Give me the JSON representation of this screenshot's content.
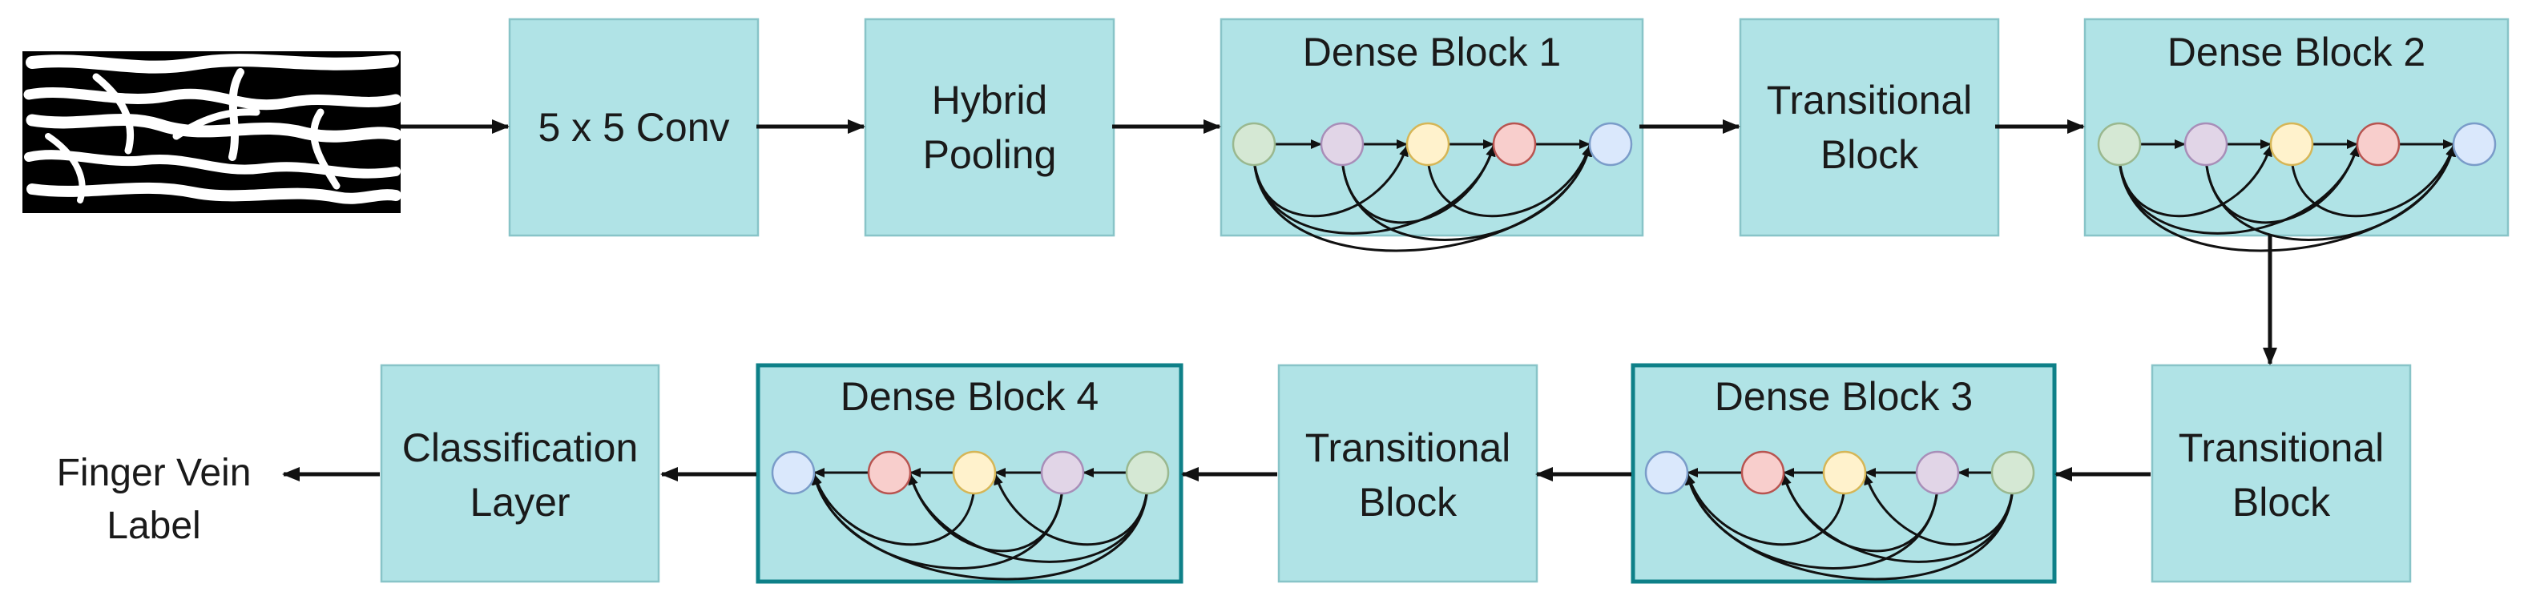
{
  "colors": {
    "box_fill": "#b0e3e6",
    "box_stroke": "#0e8088",
    "box_stroke_light": "#88c4c8",
    "arrow": "#111111",
    "node_green": [
      "#d5e8d4",
      "#9ab88f"
    ],
    "node_purple": [
      "#e1d5e7",
      "#a88eb8"
    ],
    "node_yellow": [
      "#fff2cc",
      "#d6b656"
    ],
    "node_red": [
      "#f8cecc",
      "#b85450"
    ],
    "node_blue": [
      "#dae8fc",
      "#7a9cc9"
    ]
  },
  "input_image": {
    "icon": "finger-vein-binary-image"
  },
  "blocks": {
    "conv": {
      "lines": [
        "5 x 5 Conv"
      ]
    },
    "hybrid_pooling": {
      "lines": [
        "Hybrid",
        "Pooling"
      ]
    },
    "dense1": {
      "lines": [
        "Dense Block 1"
      ],
      "nodes": [
        "green",
        "purple",
        "yellow",
        "red",
        "blue"
      ]
    },
    "transition1": {
      "lines": [
        "Transitional",
        "Block"
      ]
    },
    "dense2": {
      "lines": [
        "Dense Block 2"
      ],
      "nodes": [
        "green",
        "purple",
        "yellow",
        "red",
        "blue"
      ]
    },
    "transition2": {
      "lines": [
        "Transitional",
        "Block"
      ]
    },
    "dense3": {
      "lines": [
        "Dense Block 3"
      ],
      "nodes": [
        "blue",
        "red",
        "yellow",
        "purple",
        "green"
      ]
    },
    "transition3": {
      "lines": [
        "Transitional",
        "Block"
      ]
    },
    "dense4": {
      "lines": [
        "Dense Block 4"
      ],
      "nodes": [
        "blue",
        "red",
        "yellow",
        "purple",
        "green"
      ]
    },
    "classification": {
      "lines": [
        "Classification",
        "Layer"
      ]
    }
  },
  "output_label": {
    "lines": [
      "Finger Vein",
      "Label"
    ]
  }
}
